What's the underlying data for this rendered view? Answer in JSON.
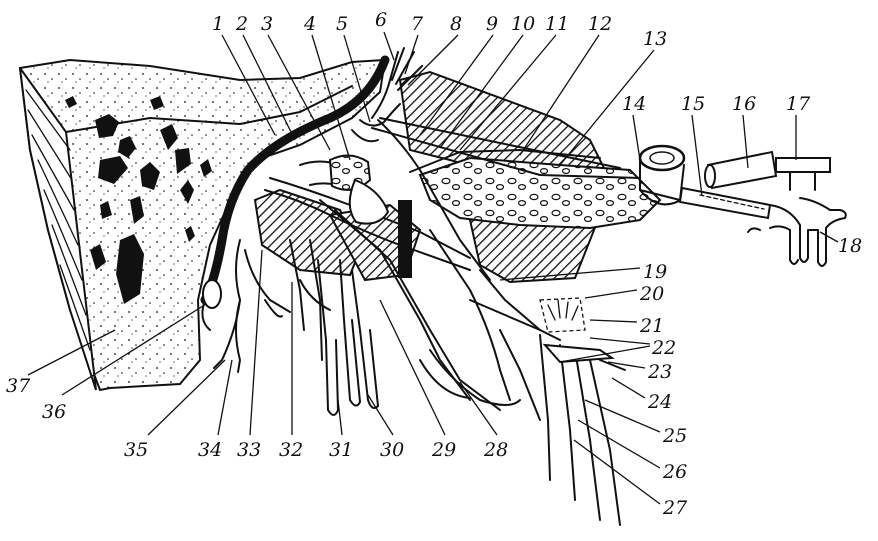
{
  "labels": [
    "1",
    "2",
    "3",
    "4",
    "5",
    "6",
    "7",
    "8",
    "9",
    "10",
    "11",
    "12",
    "13",
    "14",
    "15",
    "16",
    "17",
    "18",
    "19",
    "20",
    "21",
    "22",
    "23",
    "24",
    "25",
    "26",
    "27",
    "28",
    "29",
    "30",
    "31",
    "32",
    "33",
    "34",
    "35",
    "36",
    "37"
  ],
  "colors": {
    "ink": "#111111",
    "paper": "#ffffff"
  }
}
